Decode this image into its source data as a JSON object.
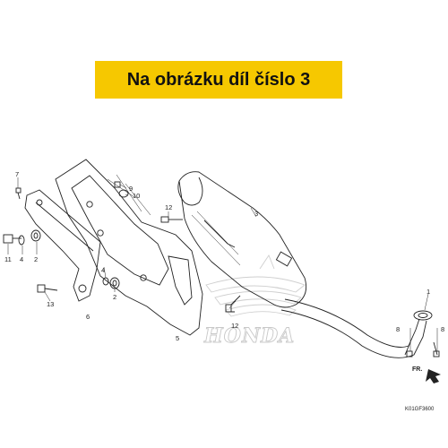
{
  "banner": {
    "text": "Na obrázku díl číslo 3"
  },
  "callouts": {
    "c1": "1",
    "c2a": "2",
    "c2b": "2",
    "c3": "3",
    "c4a": "4",
    "c4b": "4",
    "c5": "5",
    "c6": "6",
    "c7": "7",
    "c8a": "8",
    "c8b": "8",
    "c9": "9",
    "c10": "10",
    "c11": "11",
    "c12a": "12",
    "c12b": "12",
    "c13": "13"
  },
  "watermark": {
    "brand": "HONDA"
  },
  "direction_arrow": {
    "label": "FR."
  },
  "diagram_code": "K01GF3600"
}
